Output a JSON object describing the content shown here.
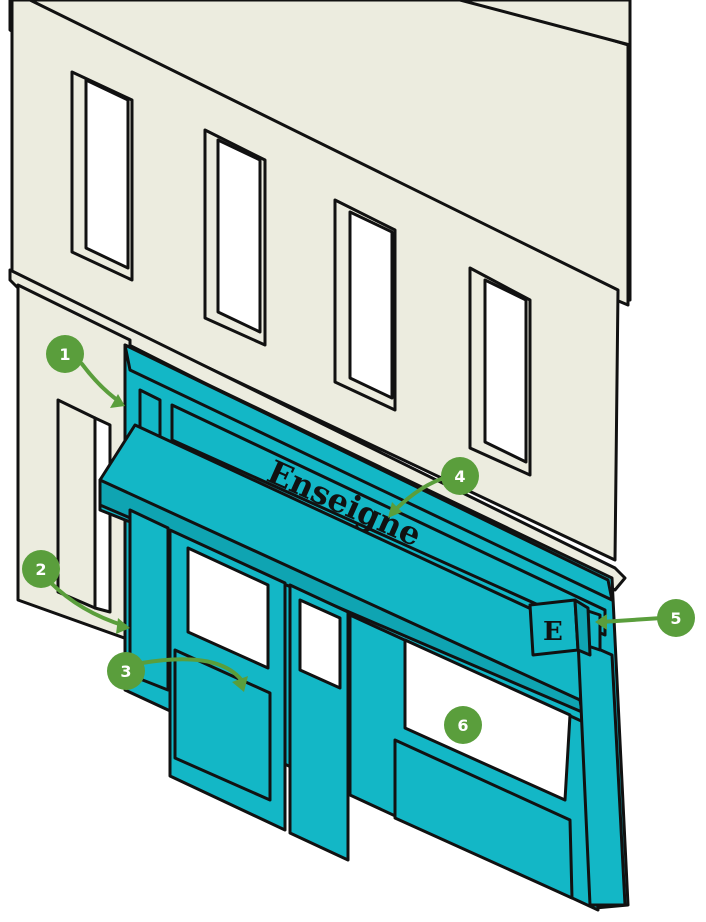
{
  "sign": {
    "text": "Enseigne"
  },
  "blade_sign": {
    "letter": "E"
  },
  "markers": [
    {
      "id": "marker-1",
      "number": "1"
    },
    {
      "id": "marker-2",
      "number": "2"
    },
    {
      "id": "marker-3",
      "number": "3"
    },
    {
      "id": "marker-4",
      "number": "4"
    },
    {
      "id": "marker-5",
      "number": "5"
    },
    {
      "id": "marker-6",
      "number": "6"
    }
  ],
  "colors": {
    "facade": "#ececdf",
    "shopfront": "#13b7c6",
    "marker": "#5a9e3c",
    "outline": "#111111"
  }
}
